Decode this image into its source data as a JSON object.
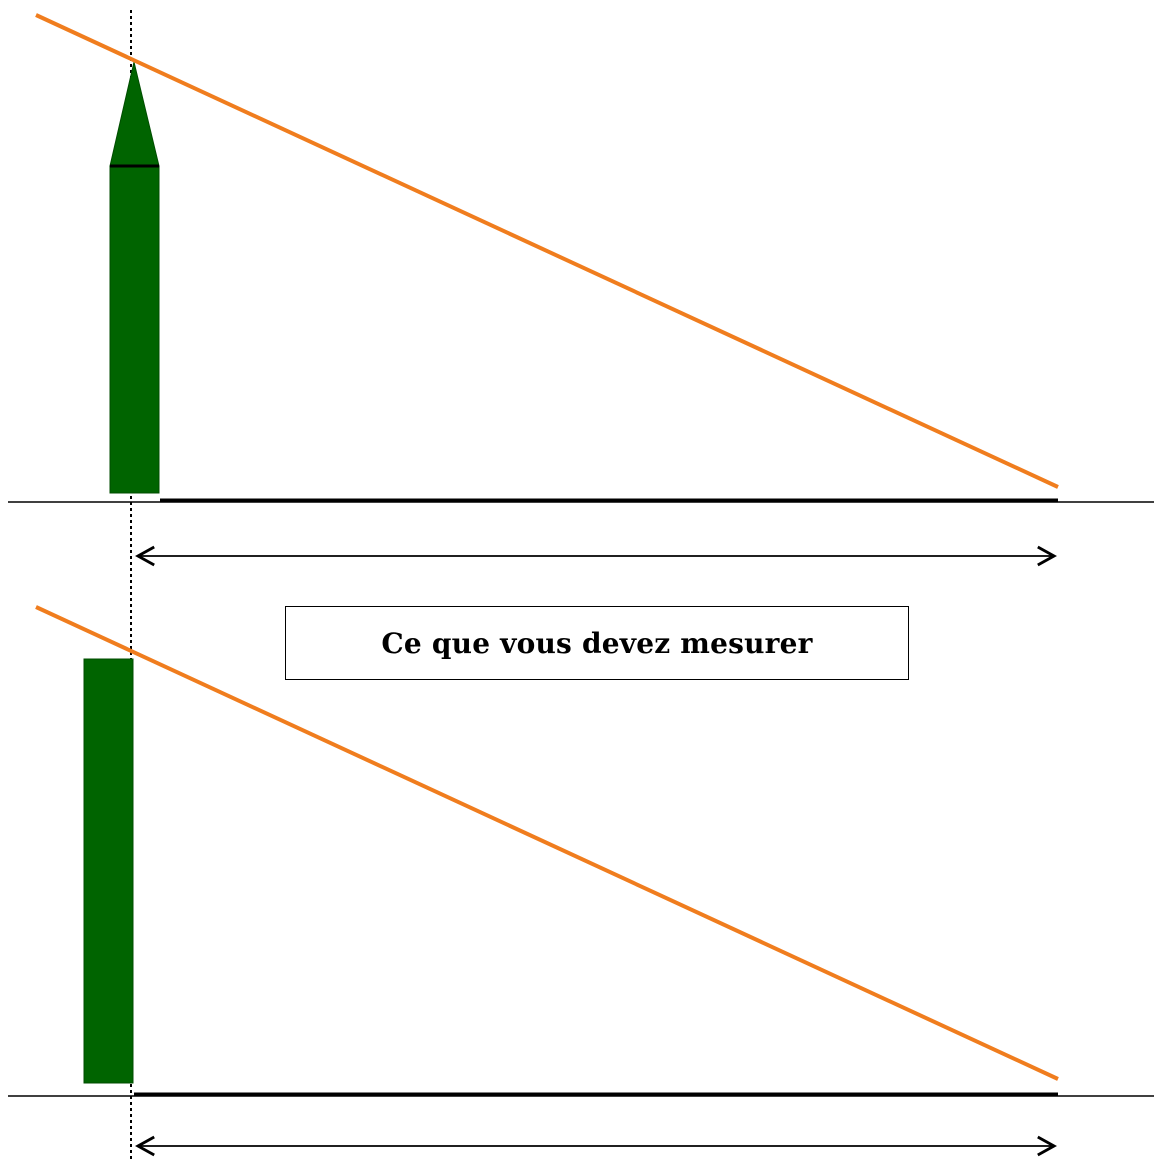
{
  "caption": {
    "text": "Ce que vous devez mesurer"
  },
  "colors": {
    "background": "#ffffff",
    "object_fill": "#006400",
    "object_outline": "#004d00",
    "sight_line": "#f07d1e",
    "ground": "#000000",
    "arrow": "#000000",
    "guide": "#000000"
  },
  "panels": [
    {
      "id": "top",
      "object_shape": "rocket-pencil",
      "measure_label": ""
    },
    {
      "id": "bottom",
      "object_shape": "rectangle",
      "measure_label": ""
    }
  ]
}
